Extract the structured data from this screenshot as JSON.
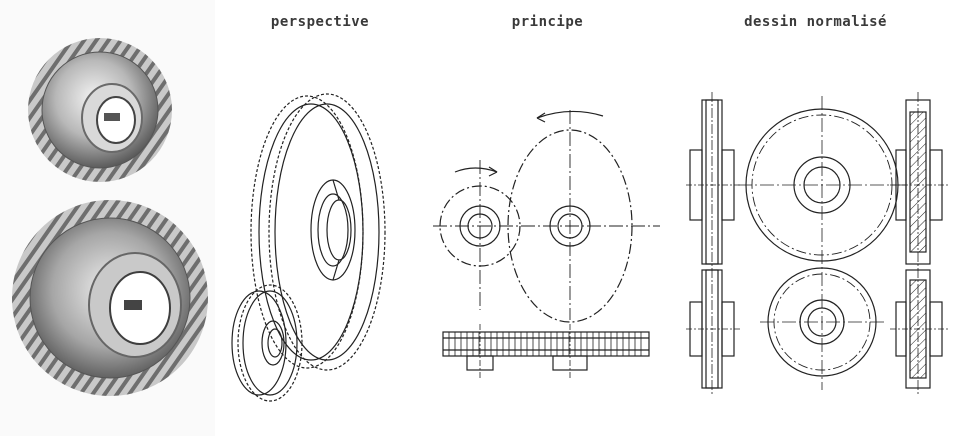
{
  "captions": {
    "perspective": "perspective",
    "principe": "principe",
    "dessin": "dessin normalisé"
  },
  "colors": {
    "ink": "#222222",
    "steel_light": "#e8e8e8",
    "steel_dark": "#5a5a5a"
  }
}
